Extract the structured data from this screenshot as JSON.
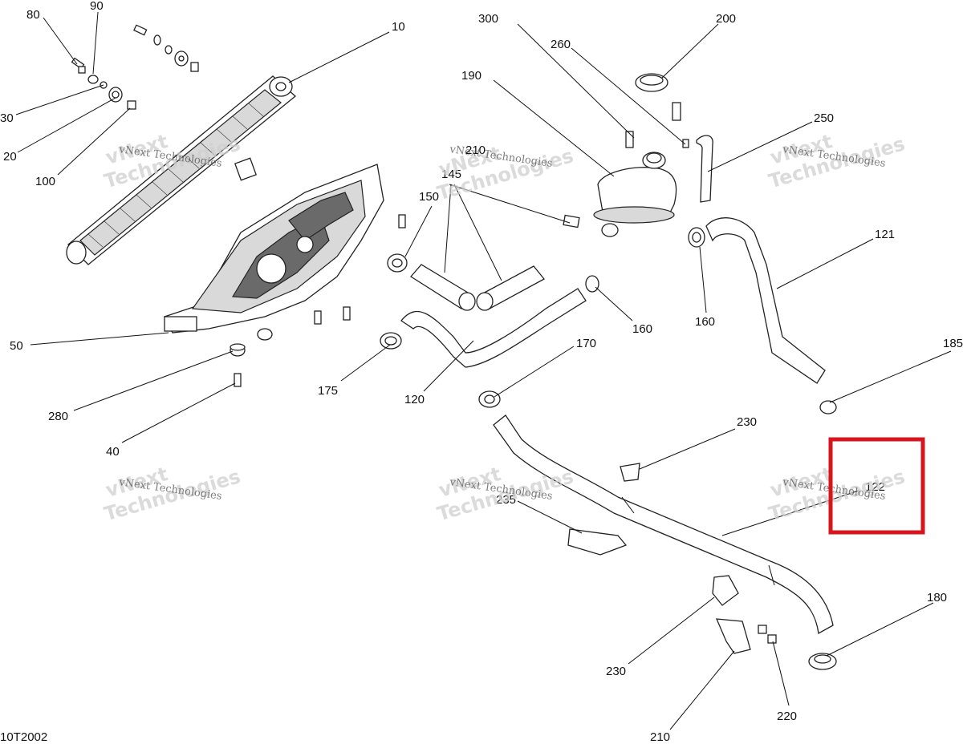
{
  "diagram_id": "10T2002",
  "watermark": {
    "line1": "vNext",
    "line2": "Technologies",
    "small": "vNext Technologies"
  },
  "callouts": {
    "c10": "10",
    "c20": "20",
    "c30": "30",
    "c40": "40",
    "c50": "50",
    "c80": "80",
    "c90": "90",
    "c100": "100",
    "c120": "120",
    "c121": "121",
    "c122": "122",
    "c145": "145",
    "c150": "150",
    "c160a": "160",
    "c160b": "160",
    "c170": "170",
    "c175": "175",
    "c180": "180",
    "c185": "185",
    "c190": "190",
    "c200": "200",
    "c210a": "210",
    "c210b": "210",
    "c220": "220",
    "c230a": "230",
    "c230b": "230",
    "c235": "235",
    "c250": "250",
    "c260": "260",
    "c280": "280",
    "c300": "300"
  },
  "highlight": {
    "target": "122",
    "color": "#d6161c"
  }
}
